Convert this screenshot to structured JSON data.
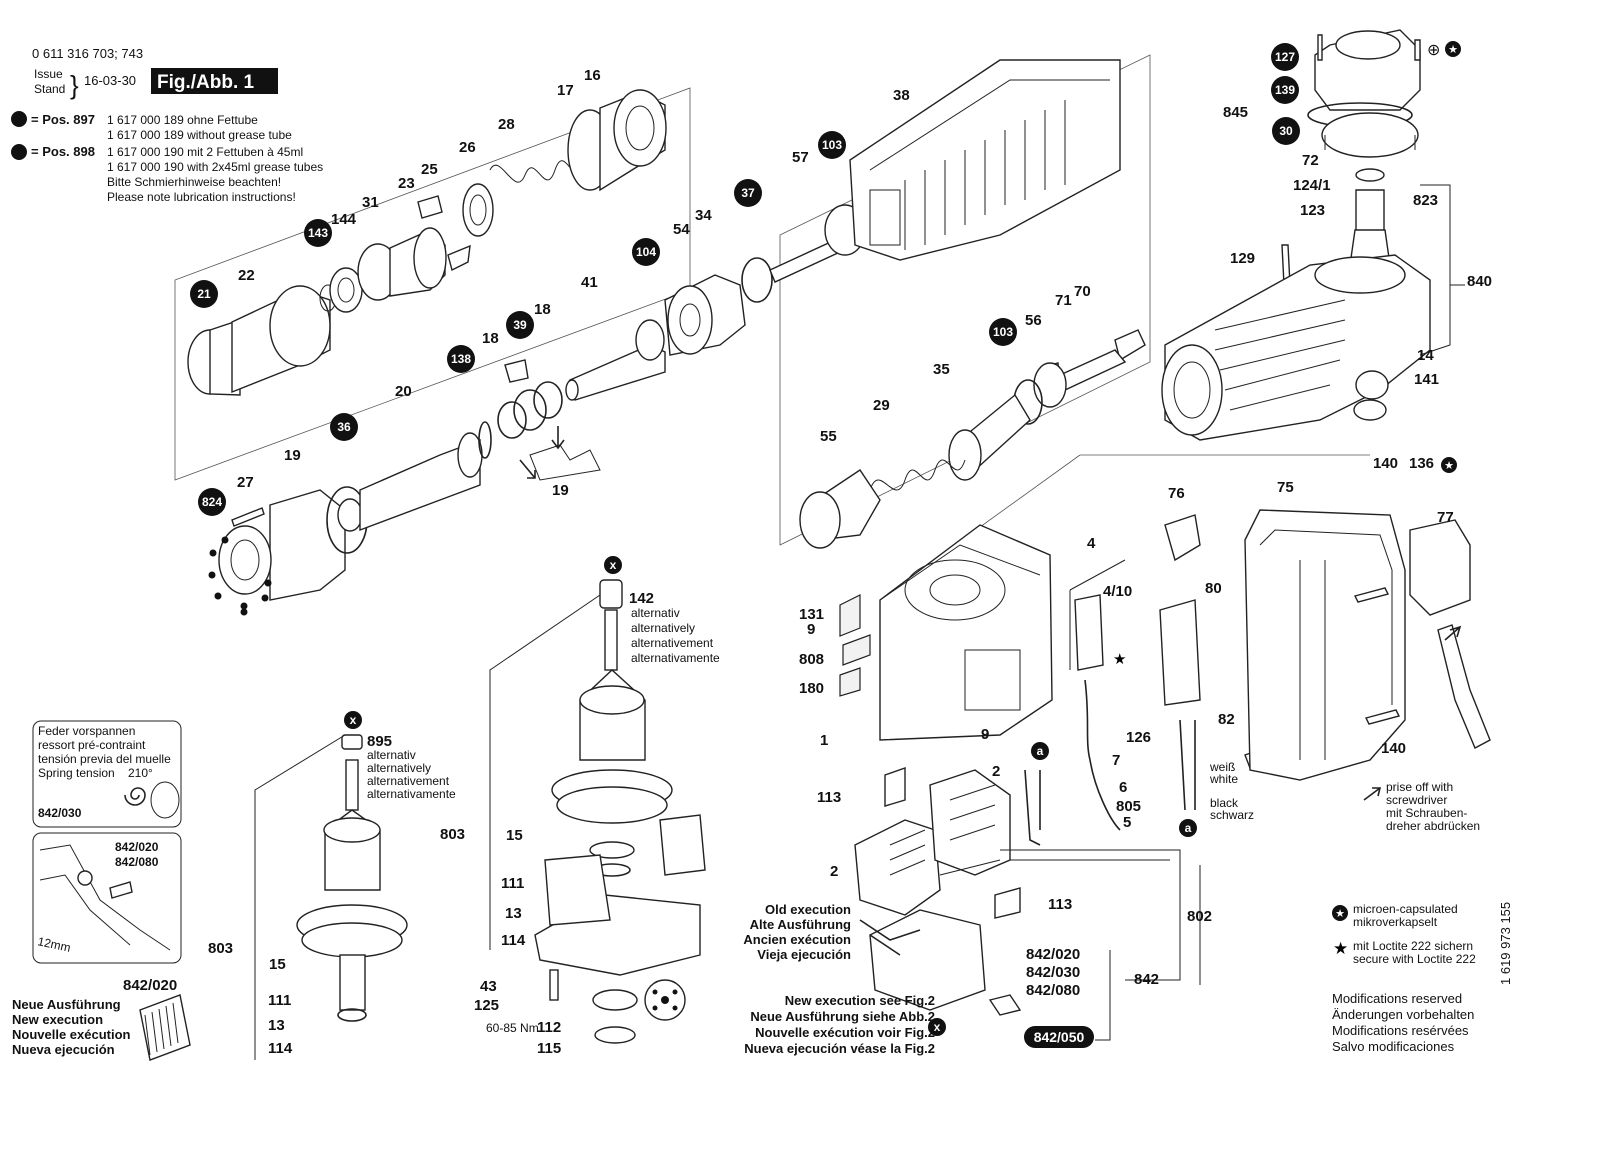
{
  "header": {
    "part_number": "0 611 316 703; 743",
    "issue_label_1": "Issue",
    "issue_label_2": "Stand",
    "issue_date": "16-03-30",
    "figure_tag": "Fig./Abb. 1"
  },
  "legend_pos": {
    "pos897_label": "= Pos. 897",
    "pos897_line1": "1 617 000 189 ohne Fettube",
    "pos897_line2": "1 617 000 189 without grease tube",
    "pos898_label": "= Pos. 898",
    "pos898_line1": "1 617 000 190 mit 2 Fettuben à 45ml",
    "pos898_line2": "1 617 000 190 with 2x45ml grease tubes",
    "note_de": "Bitte Schmierhinweise beachten!",
    "note_en": "Please note lubrication instructions!"
  },
  "spring_box": {
    "line1": "Feder vorspannen",
    "line2": "ressort pré-contraint",
    "line3": "tensión previa del muelle",
    "line4": "Spring tension",
    "angle": "210°",
    "part": "842/030"
  },
  "detail_box": {
    "part1": "842/020",
    "part2": "842/080",
    "dim": "12mm"
  },
  "new_exec_left": {
    "part": "842/020",
    "de": "Neue Ausführung",
    "en": "New execution",
    "fr": "Nouvelle exécution",
    "es": "Nueva ejecución"
  },
  "old_exec": {
    "en": "Old execution",
    "de": "Alte Ausführung",
    "fr": "Ancien exécution",
    "es": "Vieja ejecución"
  },
  "new_exec_center": {
    "en": "New execution see Fig.2",
    "de": "Neue Ausführung siehe Abb.2",
    "fr": "Nouvelle exécution voir Fig.2",
    "es": "Nueva ejecución véase la Fig.2"
  },
  "alternative": {
    "de": "alternativ",
    "en": "alternatively",
    "fr": "alternativement",
    "es": "alternativamente"
  },
  "wires": {
    "white_de": "weiß",
    "white_en": "white",
    "black_en": "black",
    "black_de": "schwarz"
  },
  "prise": {
    "line1": "prise off with",
    "line2": "screwdriver",
    "line3": "mit Schrauben-",
    "line4": "dreher abdrücken"
  },
  "torque": "60-85 Nm",
  "legend_right": {
    "micro_de": "microen-capsulated",
    "micro_en": "mikroverkapselt",
    "loctite_de": "mit Loctite 222 sichern",
    "loctite_en": "secure with Loctite 222",
    "mod_en": "Modifications reserved",
    "mod_de": "Änderungen vorbehalten",
    "mod_fr": "Modifications resérvées",
    "mod_es": "Salvo modificaciones"
  },
  "doc_number": "1 619 973 155",
  "badges": [
    "21",
    "143",
    "138",
    "36",
    "824",
    "39",
    "104",
    "37",
    "103",
    "103",
    "127",
    "139",
    "30",
    "x",
    "x",
    "x",
    "a",
    "a"
  ],
  "labels": {
    "l22": "22",
    "l144": "144",
    "l31": "31",
    "l23": "23",
    "l25": "25",
    "l26": "26",
    "l28": "28",
    "l17": "17",
    "l16": "16",
    "l20": "20",
    "l19": "19",
    "l19b": "19",
    "l27": "27",
    "l18a": "18",
    "l18b": "18",
    "l41": "41",
    "l54": "54",
    "l34": "34",
    "l57": "57",
    "l38": "38",
    "l845": "845",
    "l72": "72",
    "l124": "124/1",
    "l123": "123",
    "l823": "823",
    "l129": "129",
    "l840": "840",
    "l14": "14",
    "l141": "141",
    "l56": "56",
    "l71": "71",
    "l70": "70",
    "l35": "35",
    "l29": "29",
    "l55": "55",
    "l140": "140",
    "l140b": "140",
    "l136": "136",
    "l75": "75",
    "l77": "77",
    "l76": "76",
    "l4": "4",
    "l410": "4/10",
    "l80": "80",
    "l82": "82",
    "l126": "126",
    "l7": "7",
    "l6": "6",
    "l805": "805",
    "l5": "5",
    "l131": "131",
    "l9": "9",
    "l9b": "9",
    "l808": "808",
    "l180": "180",
    "l1": "1",
    "l113": "113",
    "l113b": "113",
    "l2": "2",
    "l2b": "2",
    "l802": "802",
    "l842_020": "842/020",
    "l842_030": "842/030",
    "l842_080": "842/080",
    "l842": "842",
    "l842_050": "842/050",
    "l142": "142",
    "l895": "895",
    "l803": "803",
    "l803b": "803",
    "l15": "15",
    "l15b": "15",
    "l111": "111",
    "l111b": "111",
    "l13": "13",
    "l13b": "13",
    "l114": "114",
    "l114b": "114",
    "l43": "43",
    "l125": "125",
    "l112": "112",
    "l115": "115"
  }
}
